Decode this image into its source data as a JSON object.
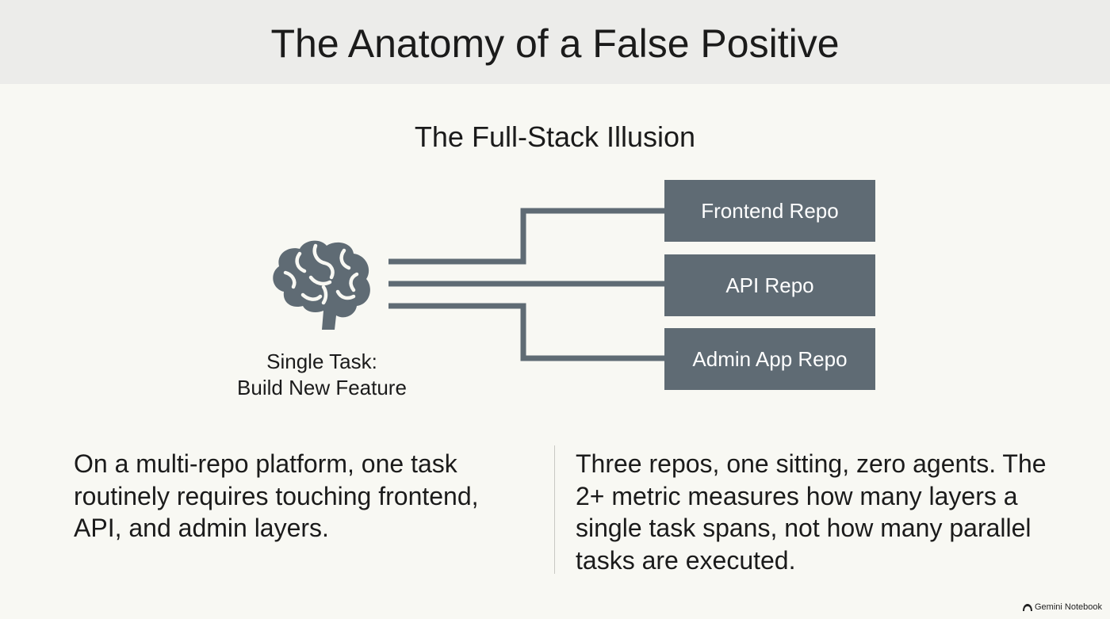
{
  "header": {
    "title": "The Anatomy of a False Positive"
  },
  "diagram": {
    "title": "The Full-Stack Illusion",
    "task_label_line1": "Single Task:",
    "task_label_line2": "Build New Feature",
    "task_icon": "brain-icon",
    "repos": [
      {
        "label": "Frontend Repo"
      },
      {
        "label": "API Repo"
      },
      {
        "label": "Admin App Repo"
      }
    ],
    "colors": {
      "repo_box": "#5f6b74",
      "connector": "#5f6b74",
      "brain": "#5f6b74"
    }
  },
  "bottom": {
    "left_text": "On a multi-repo platform, one task routinely requires touching frontend, API, and admin layers.",
    "right_text": "Three repos, one sitting, zero agents. The 2+ metric measures how many layers a single task spans, not how many parallel tasks are executed."
  },
  "watermark": {
    "label": "Gemini Notebook",
    "icon": "notebook-logo-icon"
  }
}
